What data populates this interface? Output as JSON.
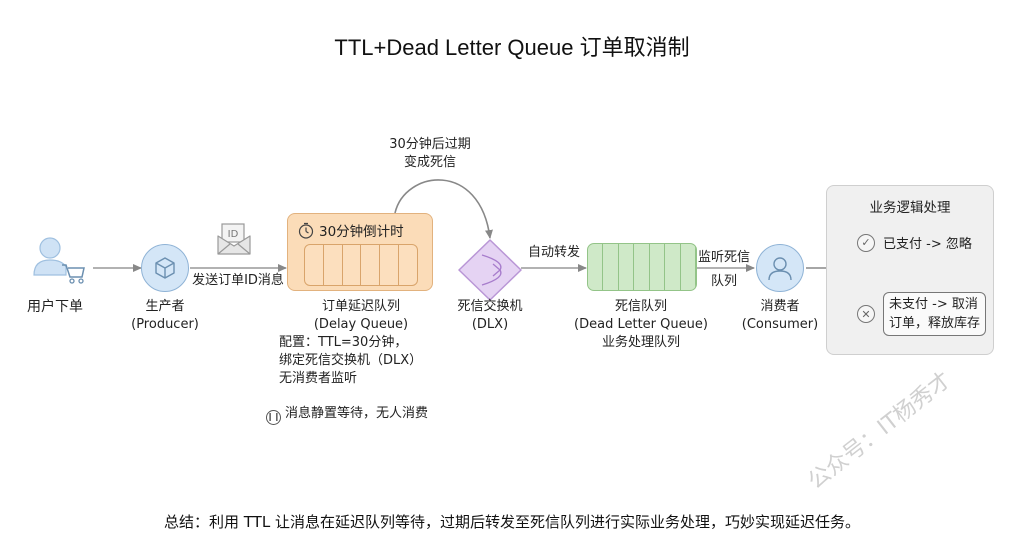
{
  "title": "TTL+Dead Letter Queue 订单取消制",
  "nodes": {
    "user": {
      "label": "用户下单",
      "icon": "user-cart-icon"
    },
    "producer": {
      "label": "生产者",
      "sublabel": "(Producer)",
      "icon": "box-icon"
    },
    "message": {
      "label": "发送订单ID消息",
      "icon": "envelope-id-icon",
      "icon_text": "ID"
    },
    "delay_queue": {
      "header": "30分钟倒计时",
      "icon": "stopwatch-icon",
      "label": "订单延迟队列",
      "sublabel": "(Delay Queue)",
      "config": [
        "配置：TTL=30分钟，",
        "绑定死信交换机（DLX）",
        "无消费者监听"
      ],
      "note": "消息静置等待，无人消费",
      "note_icon": "pause-icon",
      "slots": 6
    },
    "expire_arc": {
      "lines": [
        "30分钟后过期",
        "变成死信"
      ]
    },
    "dlx": {
      "label": "死信交换机",
      "sublabel": "(DLX)",
      "icon": "exchange-diamond-icon"
    },
    "forward": {
      "label": "自动转发"
    },
    "dlq": {
      "label": "死信队列",
      "sublabel": "(Dead Letter Queue)",
      "sublabel2": "业务处理队列",
      "slots": 7
    },
    "listen": {
      "lines": [
        "监听死信",
        "队列"
      ]
    },
    "consumer": {
      "label": "消费者",
      "sublabel": "(Consumer)",
      "icon": "user-icon"
    },
    "business": {
      "title": "业务逻辑处理",
      "paid": {
        "label": "已支付 -> 忽略",
        "icon": "check-circle-icon"
      },
      "unpaid": {
        "lines": [
          "未支付 -> 取消",
          "订单，释放库存"
        ],
        "icon": "x-circle-icon"
      }
    }
  },
  "summary": "总结：利用 TTL 让消息在延迟队列等待，过期后转发至死信队列进行实际业务处理，巧妙实现延迟任务。",
  "watermark": "公众号：IT杨秀才",
  "colors": {
    "circle_fill": "#d4e6f7",
    "delay_fill": "#fbdcb8",
    "dlq_fill": "#cfe9c8",
    "dlx_fill": "#e5d3f3",
    "panel_fill": "#f0f0f0",
    "arrow": "#888888"
  }
}
